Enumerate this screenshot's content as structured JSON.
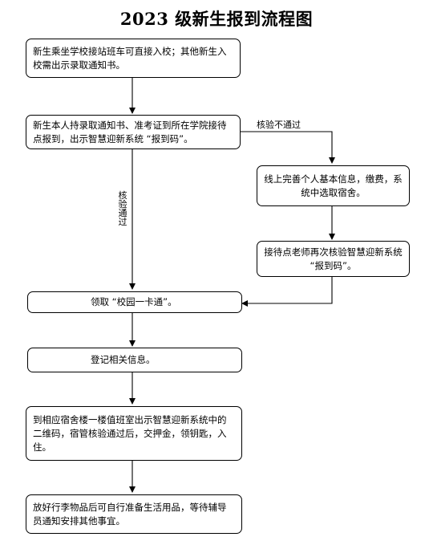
{
  "title": "2023 级新生报到流程图",
  "steps": {
    "step1": "新生乘坐学校接站班车可直接入校；其他新生入校需出示录取通知书。",
    "step2": "新生本人持录取通知书、准考证到所在学院接待点报到，出示智慧迎新系统 “报到码”。",
    "step3": "线上完善个人基本信息，缴费，系统中选取宿舍。",
    "step4": "接待点老师再次核验智慧迎新系统 “报到码”。",
    "step5": "领取 “校园一卡通”。",
    "step6": "登记相关信息。",
    "step7": "到相应宿舍楼一楼值班室出示智慧迎新系统中的二维码，宿管核验通过后，交押金，领钥匙，入住。",
    "step8": "放好行李物品后可自行准备生活用品，等待辅导员通知安排其他事宜。"
  },
  "branch_labels": {
    "fail": "核验不通过",
    "pass": "核验通过"
  }
}
